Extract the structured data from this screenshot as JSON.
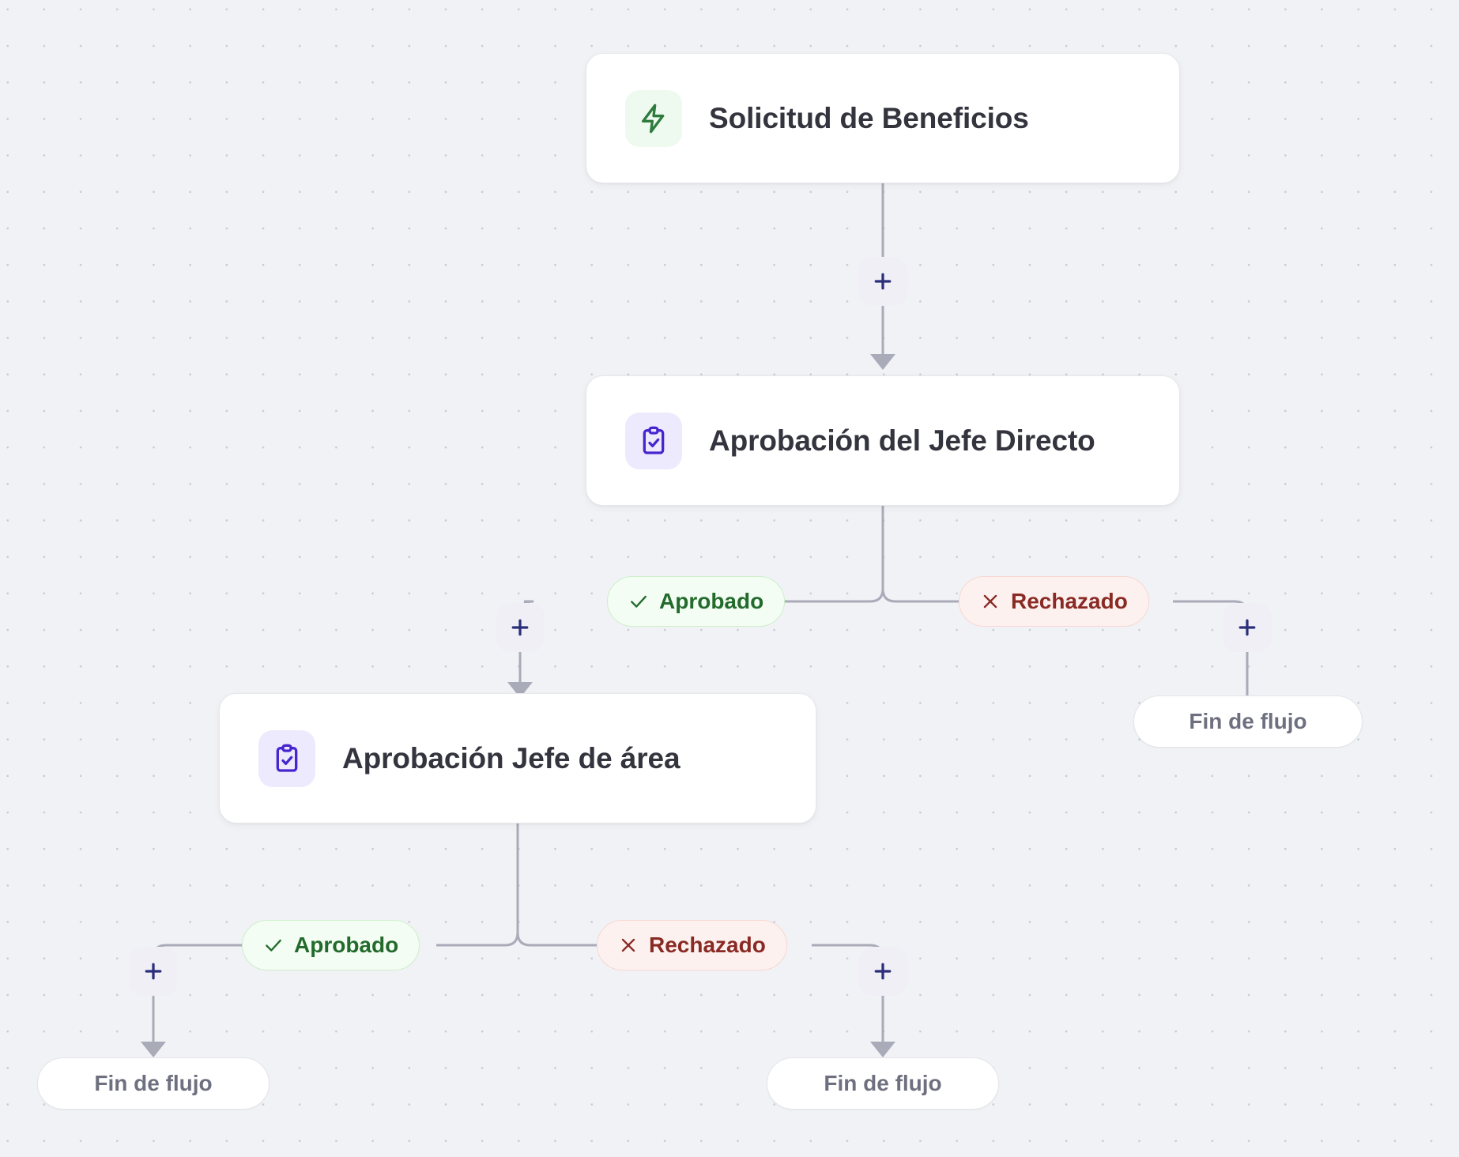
{
  "canvas": {
    "background_color": "#f1f2f5",
    "dot_color": "#c9cbd4",
    "edge_color": "#a9abb8"
  },
  "nodes": [
    {
      "id": "trigger",
      "label": "Solicitud de Beneficios",
      "icon": "lightning-bolt-icon",
      "icon_color": "#2f7a3d",
      "icon_bg": "#eefaf0"
    },
    {
      "id": "approval-direct-boss",
      "label": "Aprobación del Jefe Directo",
      "icon": "clipboard-check-icon",
      "icon_color": "#4726cf",
      "icon_bg": "#eeeafd"
    },
    {
      "id": "approval-area-boss",
      "label": "Aprobación Jefe de área",
      "icon": "clipboard-check-icon",
      "icon_color": "#4726cf",
      "icon_bg": "#eeeafd"
    }
  ],
  "branches": [
    {
      "id": "b1-approved",
      "label": "Aprobado",
      "icon": "check-icon",
      "state": "approved"
    },
    {
      "id": "b1-rejected",
      "label": "Rechazado",
      "icon": "close-icon",
      "state": "rejected"
    },
    {
      "id": "b2-approved",
      "label": "Aprobado",
      "icon": "check-icon",
      "state": "approved"
    },
    {
      "id": "b2-rejected",
      "label": "Rechazado",
      "icon": "close-icon",
      "state": "rejected"
    }
  ],
  "end_nodes": [
    {
      "id": "end-b1-rejected",
      "label": "Fin de flujo"
    },
    {
      "id": "end-b2-approved",
      "label": "Fin de flujo"
    },
    {
      "id": "end-b2-rejected",
      "label": "Fin de flujo"
    }
  ],
  "add_buttons": [
    {
      "id": "add-after-trigger",
      "icon": "plus-icon"
    },
    {
      "id": "add-on-b1-approved",
      "icon": "plus-icon"
    },
    {
      "id": "add-on-b1-rejected",
      "icon": "plus-icon"
    },
    {
      "id": "add-on-b2-approved",
      "icon": "plus-icon"
    },
    {
      "id": "add-on-b2-rejected",
      "icon": "plus-icon"
    }
  ]
}
